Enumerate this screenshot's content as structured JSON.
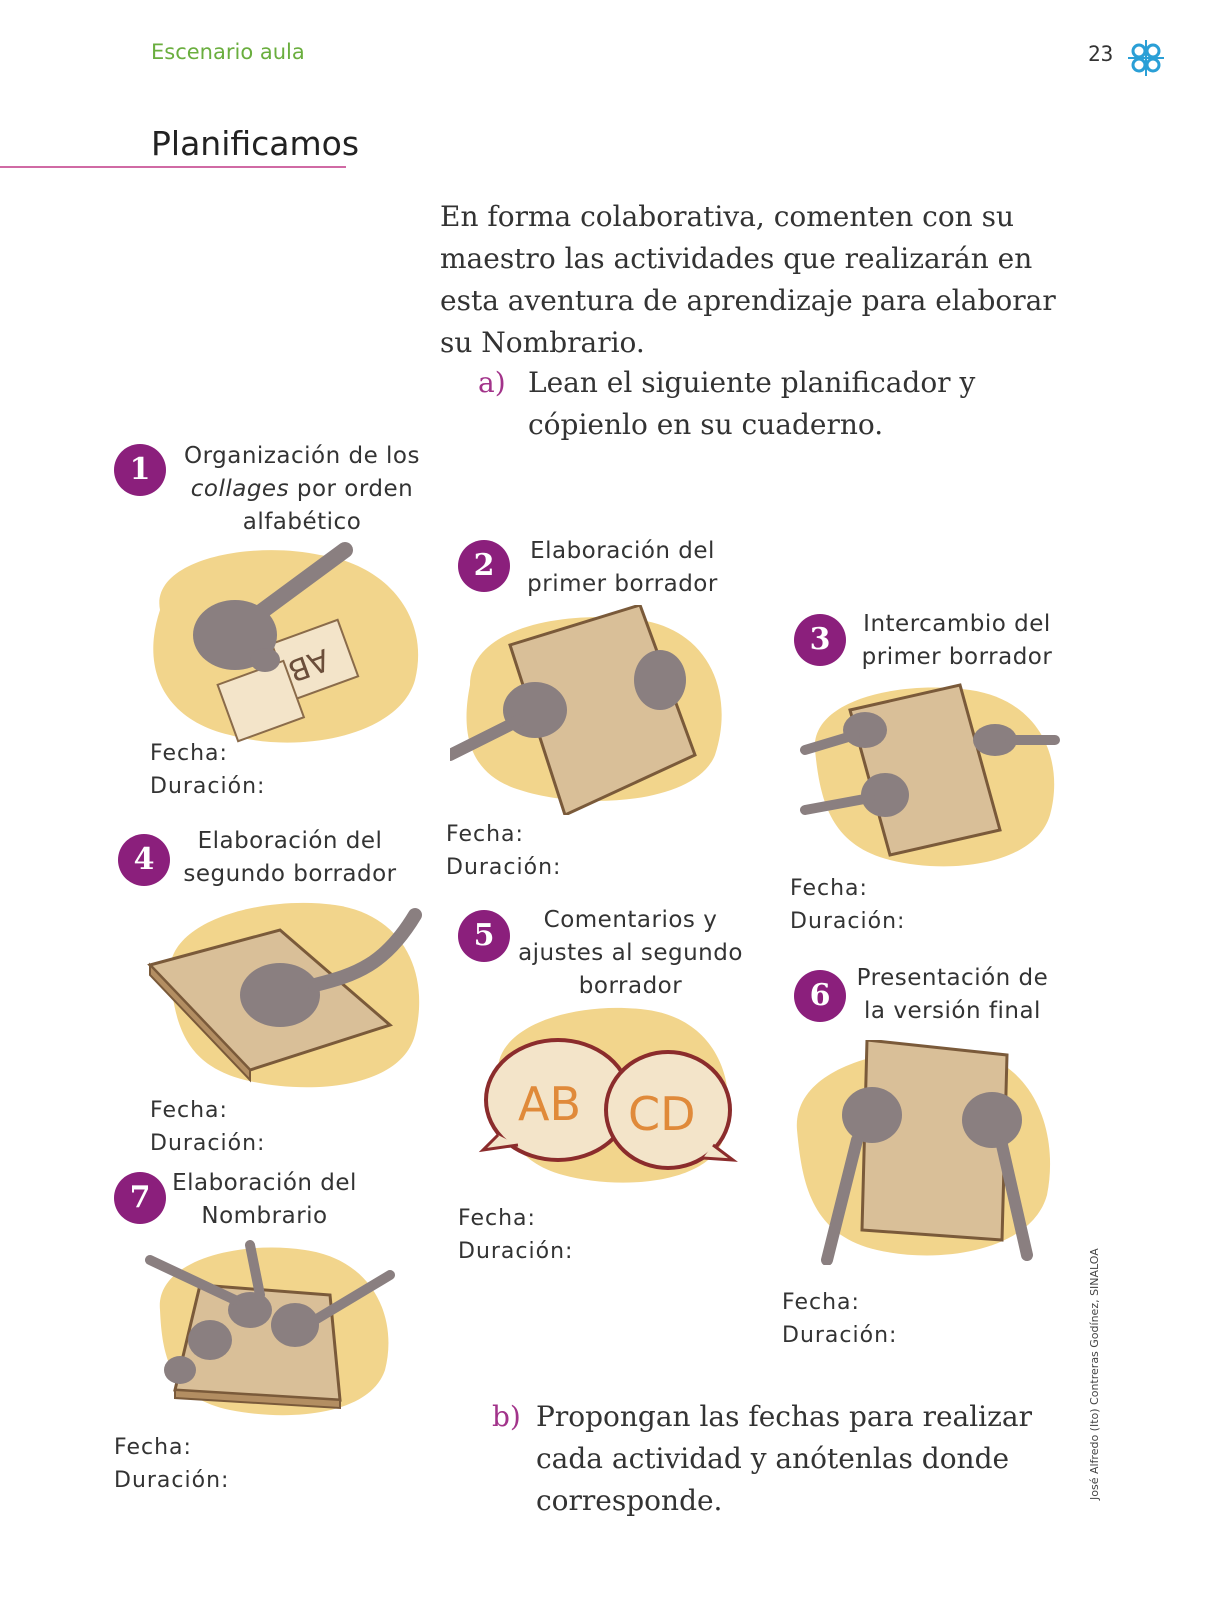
{
  "header": {
    "section": "Escenario aula",
    "page_number": "23"
  },
  "title": "Planificamos",
  "intro": "En forma colaborativa, comenten con su maestro las actividades que realizarán en esta aventura de aprendizaje para elaborar su Nombrario.",
  "instructions": [
    {
      "letter": "a)",
      "text": "Lean el siguiente planificador y cópienlo en su cuaderno."
    },
    {
      "letter": "b)",
      "text": "Propongan las fechas para realizar cada actividad y anótenlas donde corresponde."
    }
  ],
  "steps": [
    {
      "number": "1",
      "title_pre": "Organización de los",
      "title_italic": "collages",
      "title_post": " por orden alfabético",
      "fecha": "Fecha:",
      "duracion": "Duración:"
    },
    {
      "number": "2",
      "title": "Elaboración del primer borrador",
      "fecha": "Fecha:",
      "duracion": "Duración:"
    },
    {
      "number": "3",
      "title": "Intercambio del primer borrador",
      "fecha": "Fecha:",
      "duracion": "Duración:"
    },
    {
      "number": "4",
      "title": "Elaboración del segundo borrador",
      "fecha": "Fecha:",
      "duracion": "Duración:"
    },
    {
      "number": "5",
      "title": "Comentarios y ajustes al segundo borrador",
      "fecha": "Fecha:",
      "duracion": "Duración:"
    },
    {
      "number": "6",
      "title": "Presentación de la versión final",
      "fecha": "Fecha:",
      "duracion": "Duración:"
    },
    {
      "number": "7",
      "title": "Elaboración del Nombrario",
      "fecha": "Fecha:",
      "duracion": "Duración:"
    }
  ],
  "illustration_text": {
    "step1_letters": "AB",
    "step5_bubble1": "AB",
    "step5_bubble2": "CD"
  },
  "credit": "José Alfredo (Ito) Contreras Godínez, SINALOA",
  "colors": {
    "accent_green": "#6aae3e",
    "badge_purple": "#8b1f7c",
    "rule_pink": "#d06aa4",
    "blob_yellow": "#f2d58c",
    "board_tan": "#d9bf98",
    "hand_gray": "#8a7f80"
  },
  "icons": {
    "logo": "snowflake-logo-icon"
  }
}
